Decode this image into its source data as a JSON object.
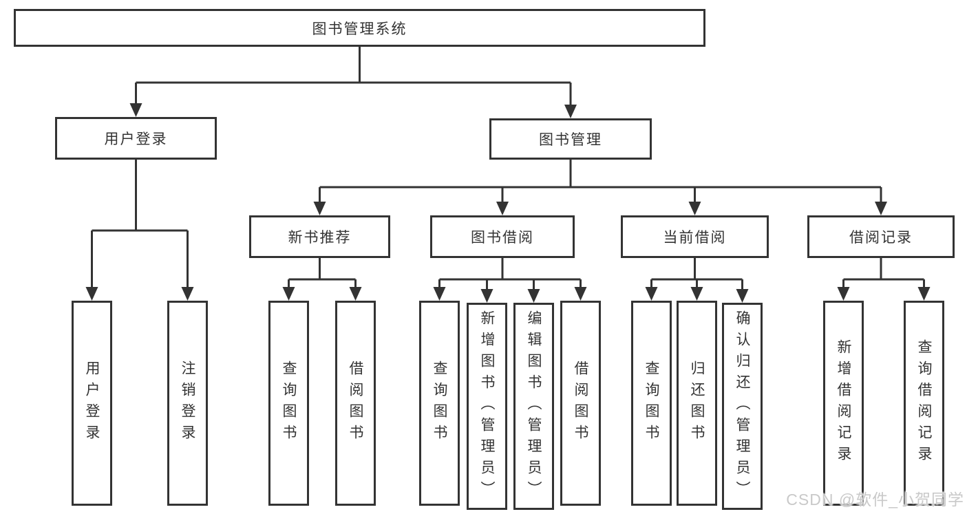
{
  "tree": {
    "root": {
      "label": "图书管理系统"
    },
    "branches": [
      {
        "label": "用户登录",
        "children": [
          {
            "label": "用户登录"
          },
          {
            "label": "注销登录"
          }
        ]
      },
      {
        "label": "图书管理",
        "children": [
          {
            "label": "新书推荐",
            "children": [
              {
                "label": "查询图书"
              },
              {
                "label": "借阅图书"
              }
            ]
          },
          {
            "label": "图书借阅",
            "children": [
              {
                "label": "查询图书"
              },
              {
                "label": "新增图书（管理员）"
              },
              {
                "label": "编辑图书（管理员）"
              },
              {
                "label": "借阅图书"
              }
            ]
          },
          {
            "label": "当前借阅",
            "children": [
              {
                "label": "查询图书"
              },
              {
                "label": "归还图书"
              },
              {
                "label": "确认归还（管理员）"
              }
            ]
          },
          {
            "label": "借阅记录",
            "children": [
              {
                "label": "新增借阅记录"
              },
              {
                "label": "查询借阅记录"
              }
            ]
          }
        ]
      }
    ]
  },
  "watermark": "CSDN @软件_小贺同学",
  "colors": {
    "line": "#333333",
    "text": "#333333",
    "background": "#ffffff",
    "watermark": "#c9c9c9"
  }
}
